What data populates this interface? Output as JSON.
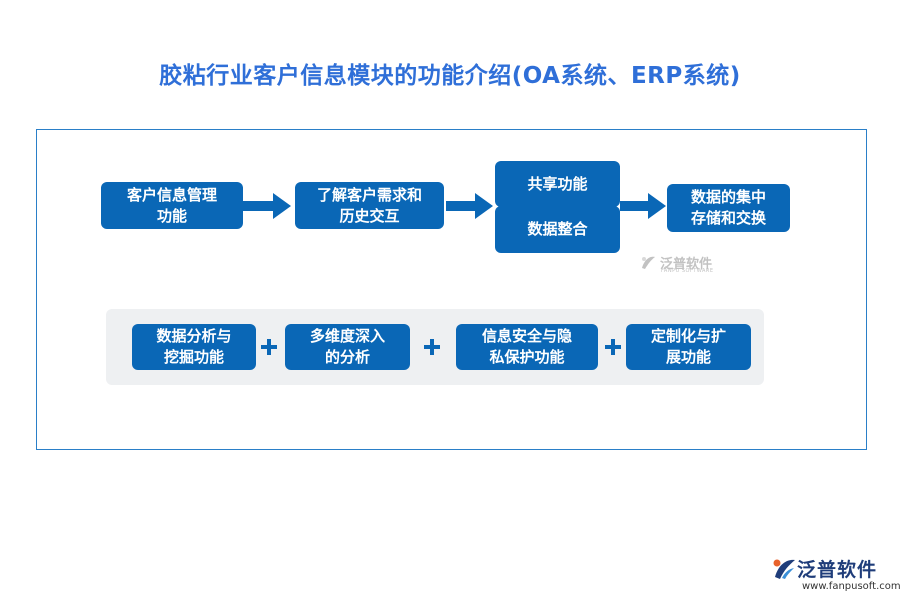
{
  "title": "胶粘行业客户信息模块的功能介绍(OA系统、ERP系统)",
  "flow": {
    "step1": [
      "客户信息管理",
      "功能"
    ],
    "step2": [
      "了解客户需求和",
      "历史交互"
    ],
    "step3a": "共享功能",
    "step3b": "数据整合",
    "step4": [
      "数据的集中",
      "存储和交换"
    ]
  },
  "features": [
    [
      "数据分析与",
      "挖掘功能"
    ],
    [
      "多维度深入",
      "的分析"
    ],
    [
      "信息安全与隐",
      "私保护功能"
    ],
    [
      "定制化与扩",
      "展功能"
    ]
  ],
  "watermark": {
    "brand": "泛普软件",
    "sub": "FANPU SOFTWARE"
  },
  "logo": {
    "brand": "泛普软件",
    "url": "www.fanpusoft.com"
  },
  "colors": {
    "box": "#0a67b6",
    "title": "#2f6fd8",
    "border": "#2a7fc8",
    "panel": "#eef0f2"
  }
}
